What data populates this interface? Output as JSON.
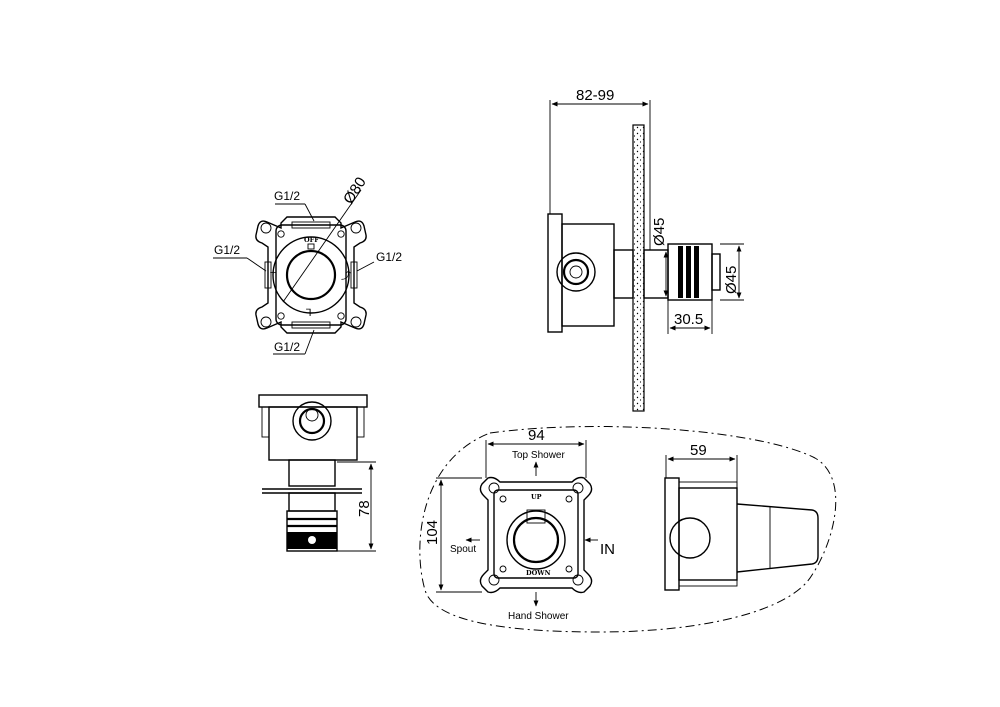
{
  "front_view": {
    "thread_top": "G1/2",
    "thread_left": "G1/2",
    "thread_right": "G1/2",
    "thread_bottom": "G1/2",
    "diameter": "Ø80",
    "marking_off": "OFF"
  },
  "side_view": {
    "wall_depth": "82-99",
    "body_diameter": "Ø45",
    "handle_diameter": "Ø45",
    "handle_length": "30.5"
  },
  "bottom_view": {
    "length": "78"
  },
  "detail_front": {
    "width": "94",
    "height": "104",
    "outlet_top": "Top Shower",
    "outlet_left": "Spout",
    "inlet_right": "IN",
    "outlet_bottom": "Hand Shower",
    "marking_up": "UP",
    "marking_down": "DOWN"
  },
  "detail_side": {
    "depth": "59"
  }
}
